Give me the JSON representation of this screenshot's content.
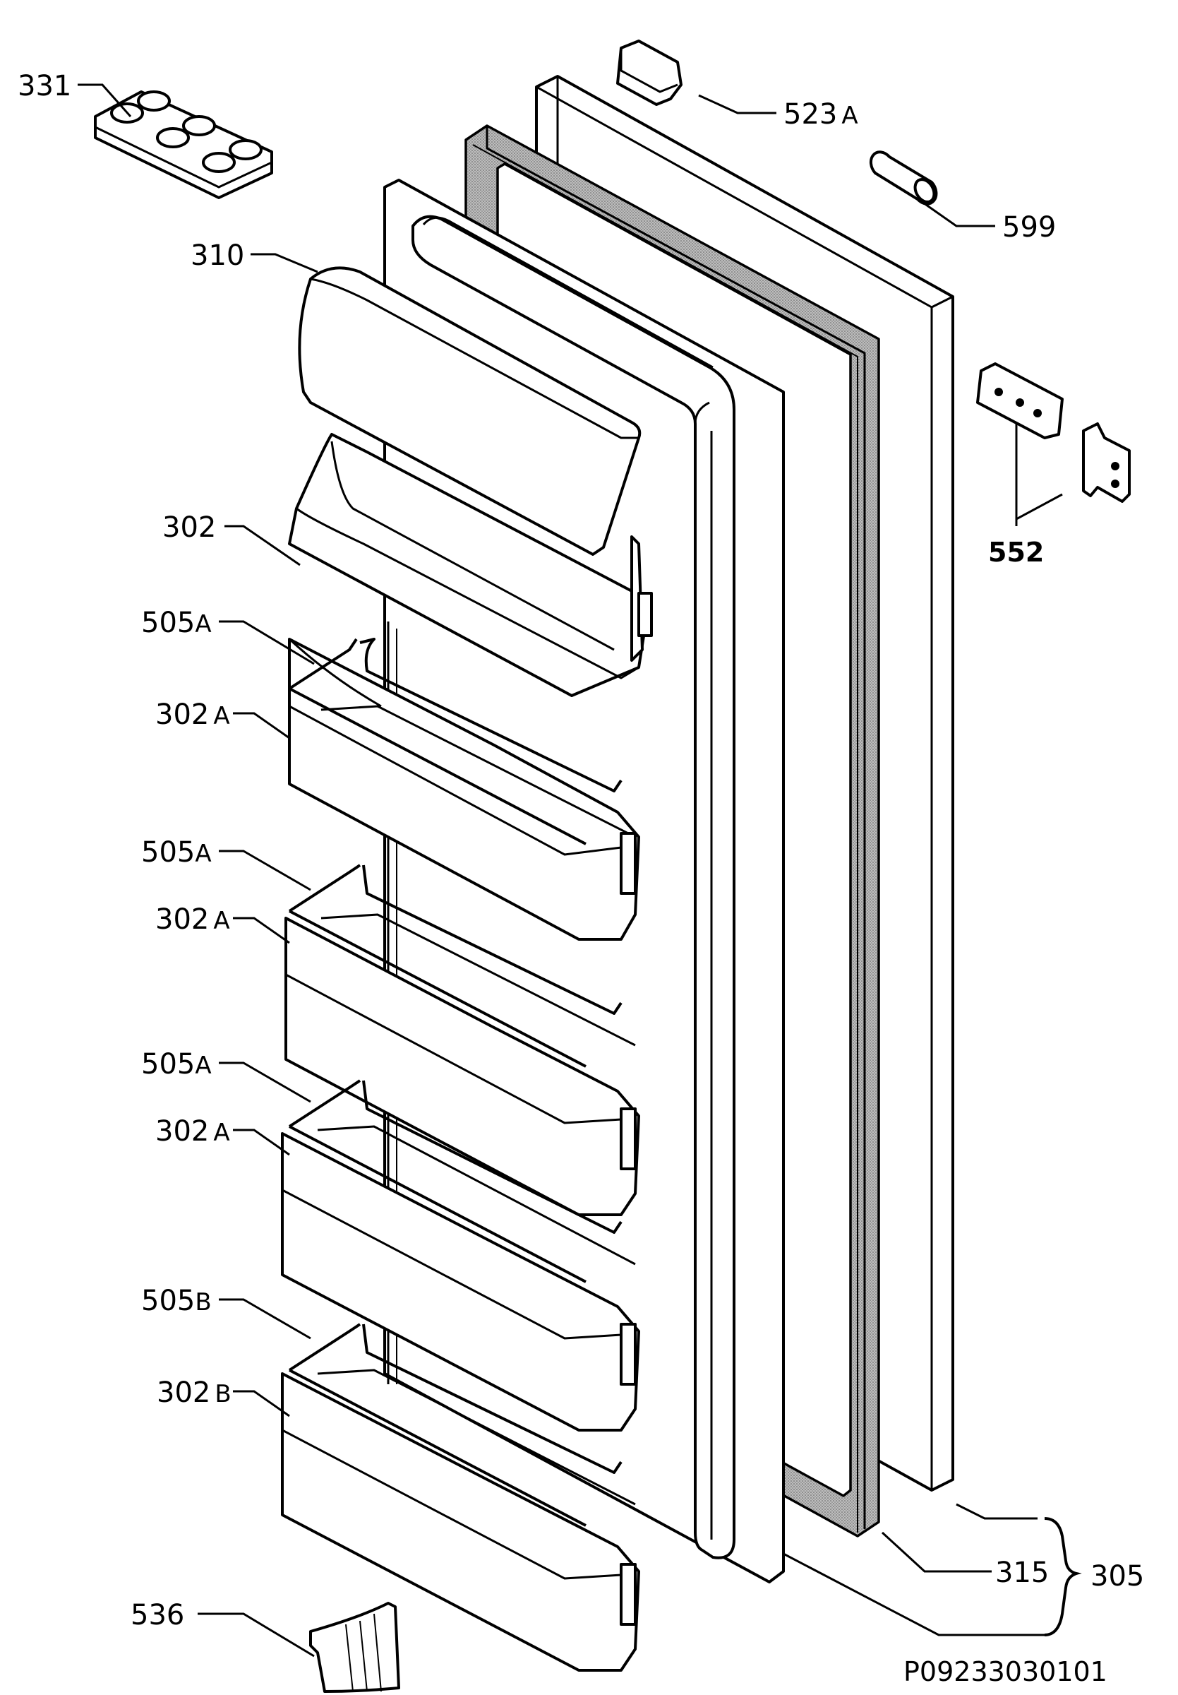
{
  "diagram": {
    "document_code": "P09233030101",
    "parts": [
      {
        "id": "p331",
        "number": "331",
        "suffix": ""
      },
      {
        "id": "p523a",
        "number": "523",
        "suffix": "A"
      },
      {
        "id": "p599",
        "number": "599",
        "suffix": ""
      },
      {
        "id": "p310",
        "number": "310",
        "suffix": ""
      },
      {
        "id": "p552",
        "number": "552",
        "suffix": ""
      },
      {
        "id": "p302",
        "number": "302",
        "suffix": ""
      },
      {
        "id": "p505a1",
        "number": "505",
        "suffix": "A"
      },
      {
        "id": "p302a1",
        "number": "302",
        "suffix": "A"
      },
      {
        "id": "p505a2",
        "number": "505",
        "suffix": "A"
      },
      {
        "id": "p302a2",
        "number": "302",
        "suffix": "A"
      },
      {
        "id": "p505a3",
        "number": "505",
        "suffix": "A"
      },
      {
        "id": "p302a3",
        "number": "302",
        "suffix": "A"
      },
      {
        "id": "p505b",
        "number": "505",
        "suffix": "B"
      },
      {
        "id": "p302b",
        "number": "302",
        "suffix": "B"
      },
      {
        "id": "p536",
        "number": "536",
        "suffix": ""
      },
      {
        "id": "p315",
        "number": "315",
        "suffix": ""
      },
      {
        "id": "p305",
        "number": "305",
        "suffix": ""
      }
    ]
  },
  "colors": {
    "line": "#000000",
    "gasket": "#9a9a9a",
    "background": "#ffffff",
    "part_fill": "#ffffff"
  }
}
